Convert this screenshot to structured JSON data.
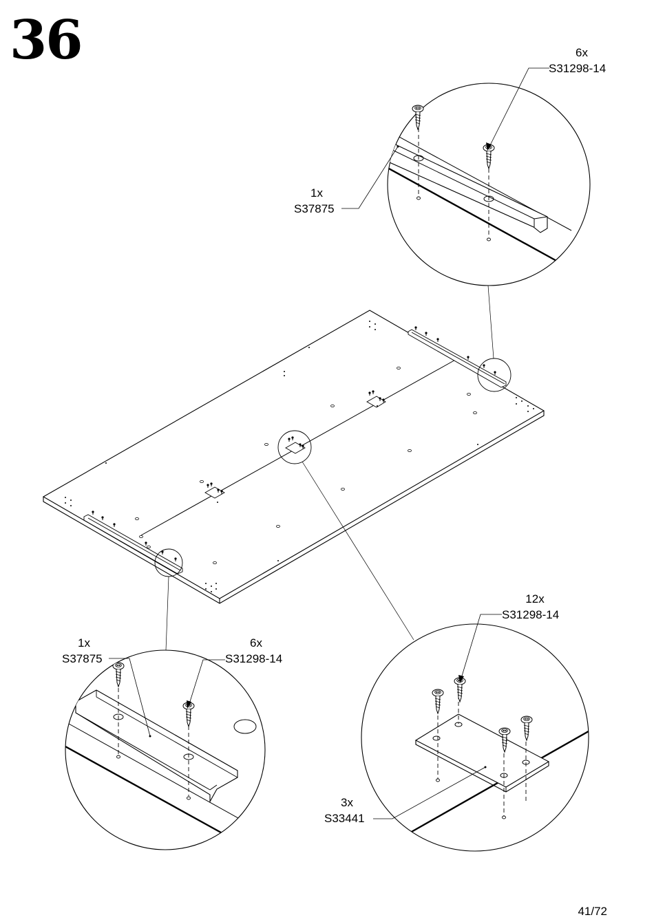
{
  "step_number": "36",
  "page_number": "41/72",
  "callouts": {
    "top_screws": {
      "qty": "6x",
      "part": "S31298-14"
    },
    "top_bracket": {
      "qty": "1x",
      "part": "S37875"
    },
    "bottom_left_bracket": {
      "qty": "1x",
      "part": "S37875"
    },
    "bottom_left_screws": {
      "qty": "6x",
      "part": "S31298-14"
    },
    "bottom_right_screws": {
      "qty": "12x",
      "part": "S31298-14"
    },
    "bottom_right_plate": {
      "qty": "3x",
      "part": "S33441"
    }
  }
}
